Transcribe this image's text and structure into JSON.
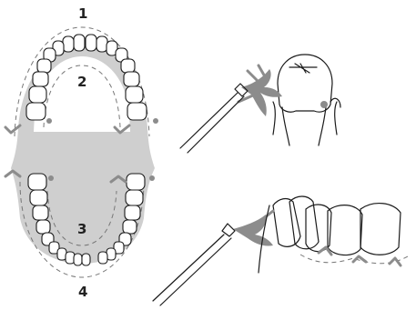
{
  "region_labels": {
    "upper": "1",
    "upper_inner": "2",
    "lower_inner": "3",
    "lower": "4"
  },
  "colors": {
    "palate_fill": "#cfcfcf",
    "water_jet": "#8c8c8c",
    "line": "#1a1a1a"
  }
}
